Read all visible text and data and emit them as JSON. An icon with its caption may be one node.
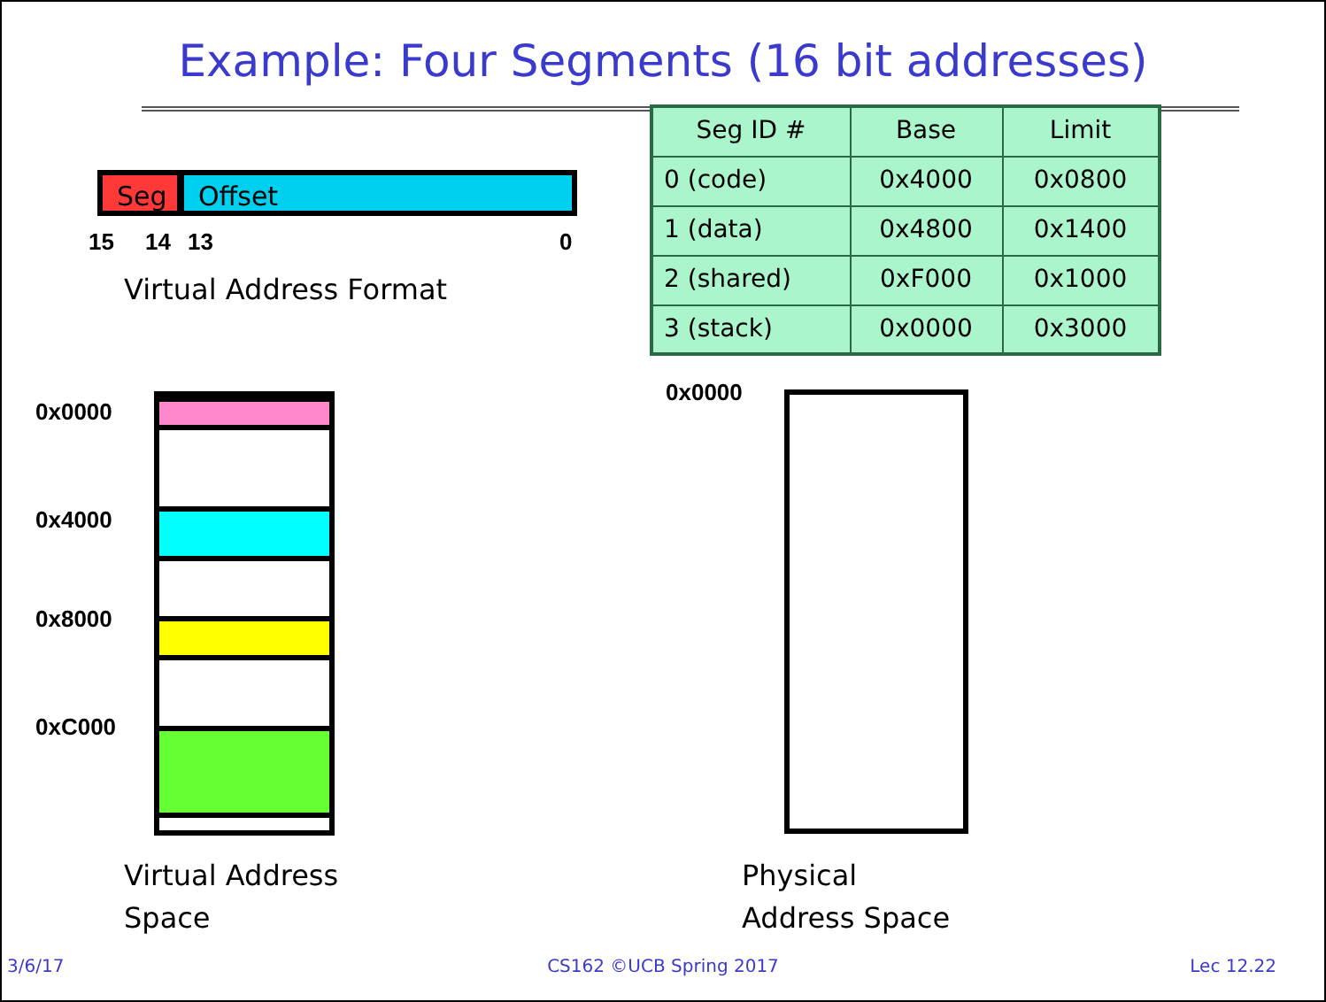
{
  "diagram": {
    "title": "Example: Four Segments (16 bit addresses)",
    "nodes": [
      {
        "text": [
          "Seg"
        ]
      },
      {
        "text": [
          "Offset"
        ]
      },
      {
        "text": [],
        "shape": "box",
        "beside": [
          "Virtual Address Space"
        ]
      },
      {
        "text": [],
        "shape": "bar",
        "in": 2
      },
      {
        "text": [],
        "shape": "bar",
        "in": 2
      },
      {
        "text": [],
        "shape": "bar",
        "in": 2
      },
      {
        "text": [],
        "shape": "bar",
        "in": 2
      },
      {
        "text": [],
        "shape": "box",
        "beside": [
          "Physical Address Space"
        ]
      }
    ],
    "edges": [],
    "labels": [
      "15",
      "14",
      "13",
      "0",
      "Virtual Address Format",
      "Seg ID #",
      "Base",
      "Limit",
      "0 (code)",
      "0x4000",
      "0x0800",
      "1 (data)",
      "0x4800",
      "0x1400",
      "2 (shared)",
      "0xF000",
      "0x1000",
      "3 (stack)",
      "0x0000",
      "0x3000",
      "0x0000",
      "0x4000",
      "0x8000",
      "0xC000",
      "0x0000",
      "3/6/17",
      "CS162 ©UCB Spring 2017",
      "Lec 12.22"
    ]
  }
}
